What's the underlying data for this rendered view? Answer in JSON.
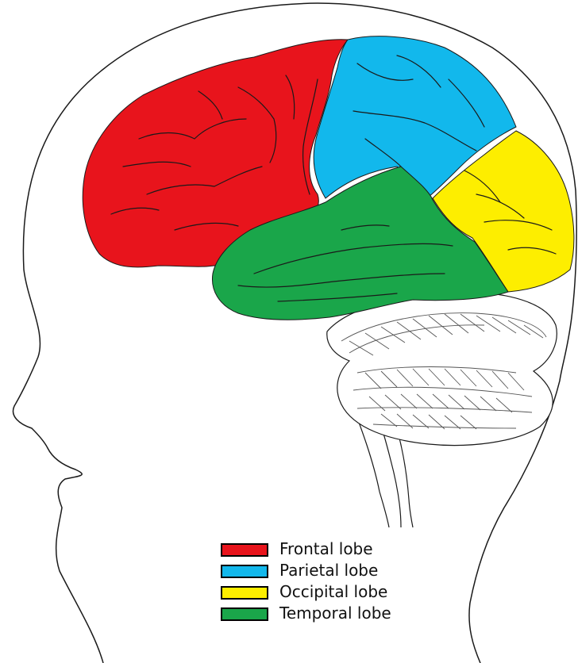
{
  "diagram": {
    "regions": [
      {
        "id": "frontal",
        "color": "#e8141c"
      },
      {
        "id": "parietal",
        "color": "#12b8ec"
      },
      {
        "id": "occipital",
        "color": "#fdee00"
      },
      {
        "id": "temporal",
        "color": "#1aa64a"
      }
    ],
    "legend": [
      {
        "label": "Frontal lobe",
        "color": "#e8141c"
      },
      {
        "label": "Parietal lobe",
        "color": "#12b8ec"
      },
      {
        "label": "Occipital lobe",
        "color": "#fdee00"
      },
      {
        "label": "Temporal lobe",
        "color": "#1aa64a"
      }
    ]
  }
}
